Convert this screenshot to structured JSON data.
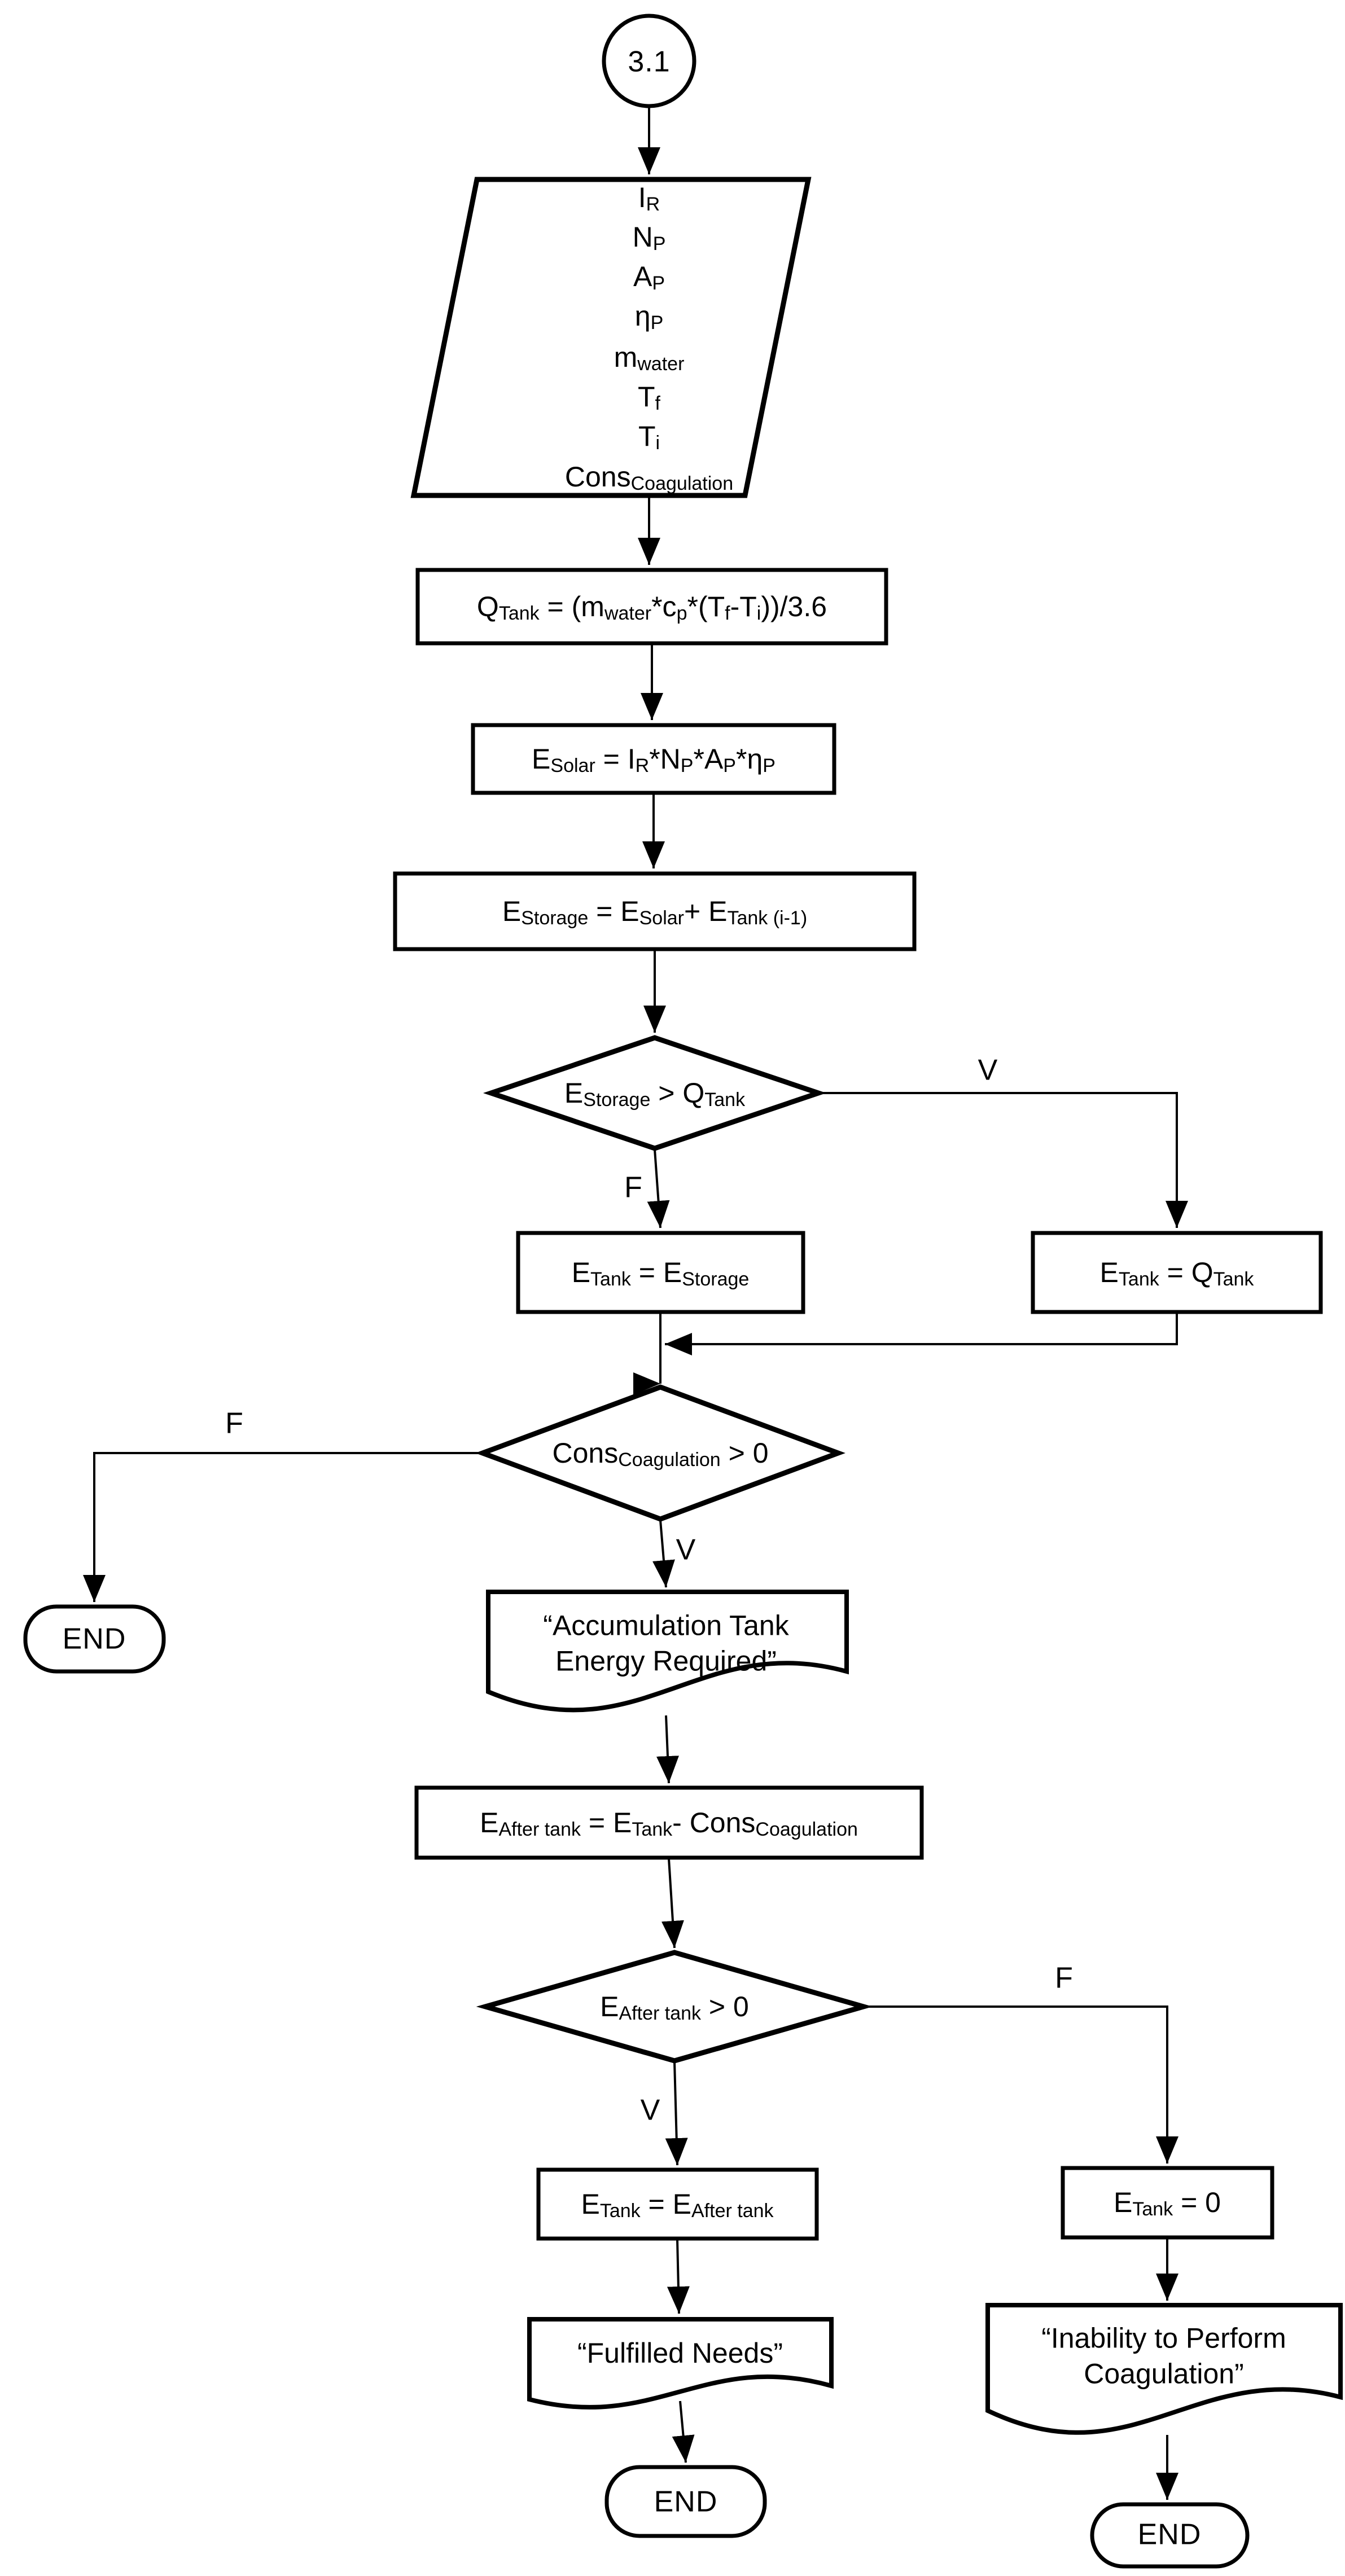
{
  "flowchart": {
    "start": {
      "label": "3.1"
    },
    "input": {
      "lines": [
        "I~R~",
        "N~P~",
        "A~P~",
        "η~P~",
        "m~water~",
        "T~f~",
        "T~i~",
        "Cons~Coagulation~"
      ]
    },
    "process": {
      "q_tank": "Q~Tank~ = (m~water~*c~p~*(T~f~-T~i~))/3.6",
      "e_solar": "E~Solar~ = I~R~*N~P~*A~P~*η~P~",
      "e_storage": "E~Storage~ = E~Solar~+ E~Tank (i-1)~",
      "e_tank_storage": "E~Tank~ = E~Storage~",
      "e_tank_qtank": "E~Tank~ = Q~Tank~",
      "e_after_tank": "E~After tank~ = E~Tank~- Cons~Coagulation~",
      "e_tank_after": "E~Tank~ = E~After tank~",
      "e_tank_zero": "E~Tank~ = 0"
    },
    "decisions": {
      "storage_gt_qtank": "E~Storage~ > Q~Tank~",
      "cons_gt_zero": "Cons~Coagulation~ > 0",
      "after_gt_zero": "E~After tank~ > 0"
    },
    "documents": {
      "accumulation": "“Accumulation Tank Energy Required”",
      "fulfilled": "“Fulfilled Needs”",
      "inability": "“Inability to Perform Coagulation”"
    },
    "branch_labels": {
      "true": "V",
      "false": "F"
    },
    "end_label": "END",
    "colors": {
      "stroke": "#000000",
      "fill": "#ffffff"
    }
  }
}
